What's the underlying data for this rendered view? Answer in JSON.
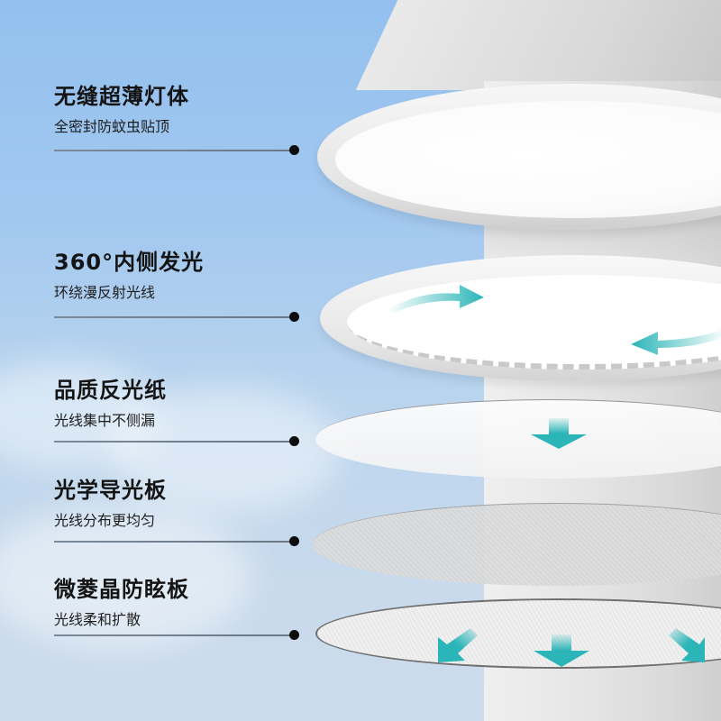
{
  "features": [
    {
      "title": "无缝超薄灯体",
      "subtitle": "全密封防蚊虫贴顶"
    },
    {
      "title": "360°内侧发光",
      "subtitle": "环绕漫反射光线"
    },
    {
      "title": "品质反光纸",
      "subtitle": "光线集中不侧漏"
    },
    {
      "title": "光学导光板",
      "subtitle": "光线分布更均匀"
    },
    {
      "title": "微菱晶防眩板",
      "subtitle": "光线柔和扩散"
    }
  ],
  "layers": [
    {
      "name": "lamp-frame",
      "arrows": []
    },
    {
      "name": "inner-led-ring",
      "arrows": [
        "clockwise-right",
        "counter-left"
      ]
    },
    {
      "name": "reflective-paper",
      "arrows": [
        "down"
      ]
    },
    {
      "name": "light-guide-plate",
      "arrows": []
    },
    {
      "name": "anti-glare-diffuser",
      "arrows": [
        "down-left",
        "down",
        "down-right"
      ]
    }
  ],
  "colors": {
    "accent_arrow": "#2bb5b8",
    "title_text": "#141414",
    "sky_top": "#93c0ef",
    "sky_bottom": "#cddcec"
  }
}
